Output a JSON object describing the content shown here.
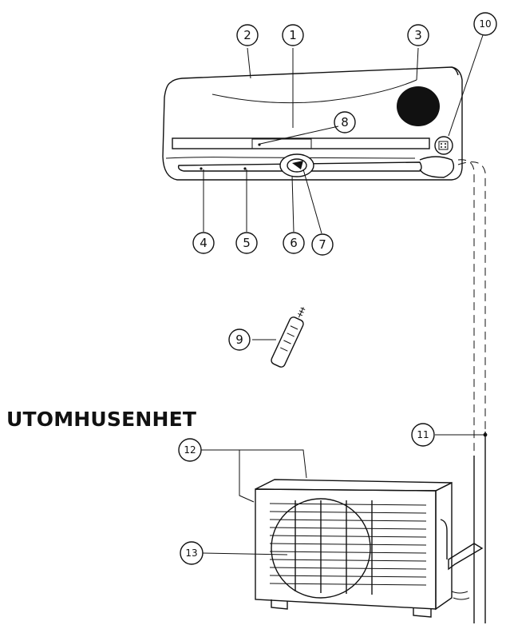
{
  "section_heading": "UTOMHUSENHET",
  "callouts": [
    {
      "id": "c1",
      "label": "1"
    },
    {
      "id": "c2",
      "label": "2"
    },
    {
      "id": "c3",
      "label": "3"
    },
    {
      "id": "c4",
      "label": "4"
    },
    {
      "id": "c5",
      "label": "5"
    },
    {
      "id": "c6",
      "label": "6"
    },
    {
      "id": "c7",
      "label": "7"
    },
    {
      "id": "c8",
      "label": "8"
    },
    {
      "id": "c9",
      "label": "9"
    },
    {
      "id": "c10",
      "label": "10"
    },
    {
      "id": "c11",
      "label": "11"
    },
    {
      "id": "c12",
      "label": "12"
    },
    {
      "id": "c13",
      "label": "13"
    }
  ]
}
